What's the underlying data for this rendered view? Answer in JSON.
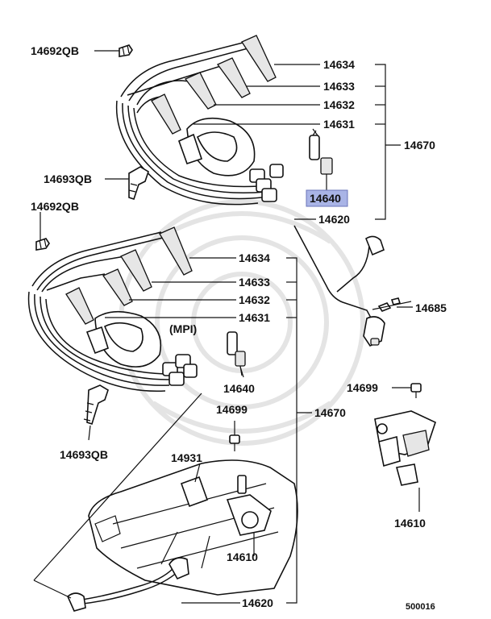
{
  "labels": {
    "p14692qb_top": "14692QB",
    "p14634_top": "14634",
    "p14633_top": "14633",
    "p14632_top": "14632",
    "p14631_top": "14631",
    "p14670_top": "14670",
    "p14693qb_top": "14693QB",
    "p14640_top": "14640",
    "p14620_top": "14620",
    "p14692qb_mid": "14692QB",
    "p14634_mid": "14634",
    "p14633_mid": "14633",
    "p14632_mid": "14632",
    "p14631_mid": "14631",
    "mpi": "(MPI)",
    "p14685": "14685",
    "p14699_right": "14699",
    "p14640_mid": "14640",
    "p14699_center": "14699",
    "p14670_mid": "14670",
    "p14693qb_bottom": "14693QB",
    "p14931": "14931",
    "p14610_right": "14610",
    "p14610_bottom": "14610",
    "p14620_bottom": "14620",
    "diagram_code": "500016"
  },
  "highlight_color": "#a9b4e6"
}
